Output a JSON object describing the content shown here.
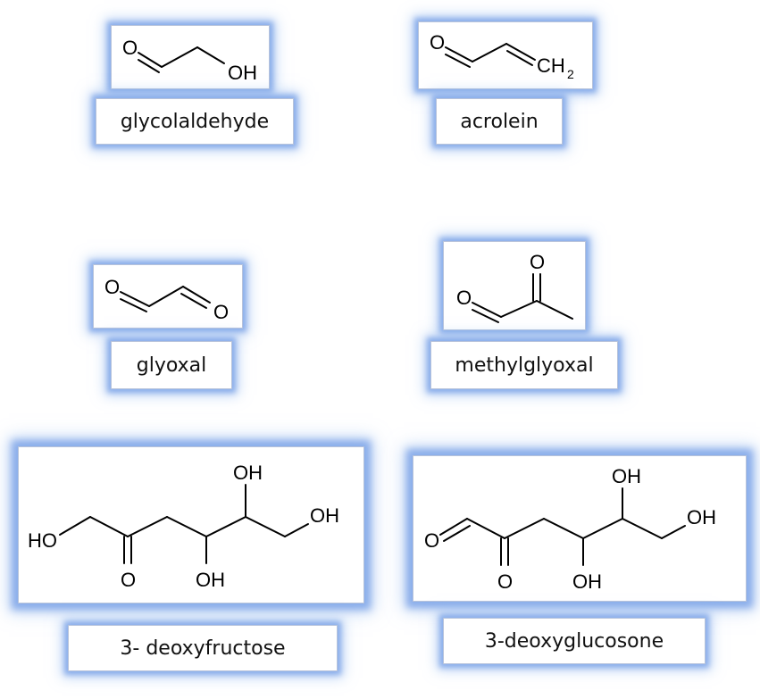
{
  "compounds": [
    {
      "name": "glycolaldehyde",
      "atoms": [
        "O",
        "OH"
      ]
    },
    {
      "name": "acrolein",
      "atoms": [
        "O",
        "CH",
        "2"
      ]
    },
    {
      "name": "glyoxal",
      "atoms": [
        "O",
        "O"
      ]
    },
    {
      "name": "methylglyoxal",
      "atoms": [
        "O",
        "O"
      ]
    },
    {
      "name": "3- deoxyfructose",
      "atoms": [
        "HO",
        "O",
        "OH",
        "OH",
        "OH"
      ]
    },
    {
      "name": "3-deoxyglucosone",
      "atoms": [
        "O",
        "O",
        "OH",
        "OH",
        "OH"
      ]
    }
  ]
}
